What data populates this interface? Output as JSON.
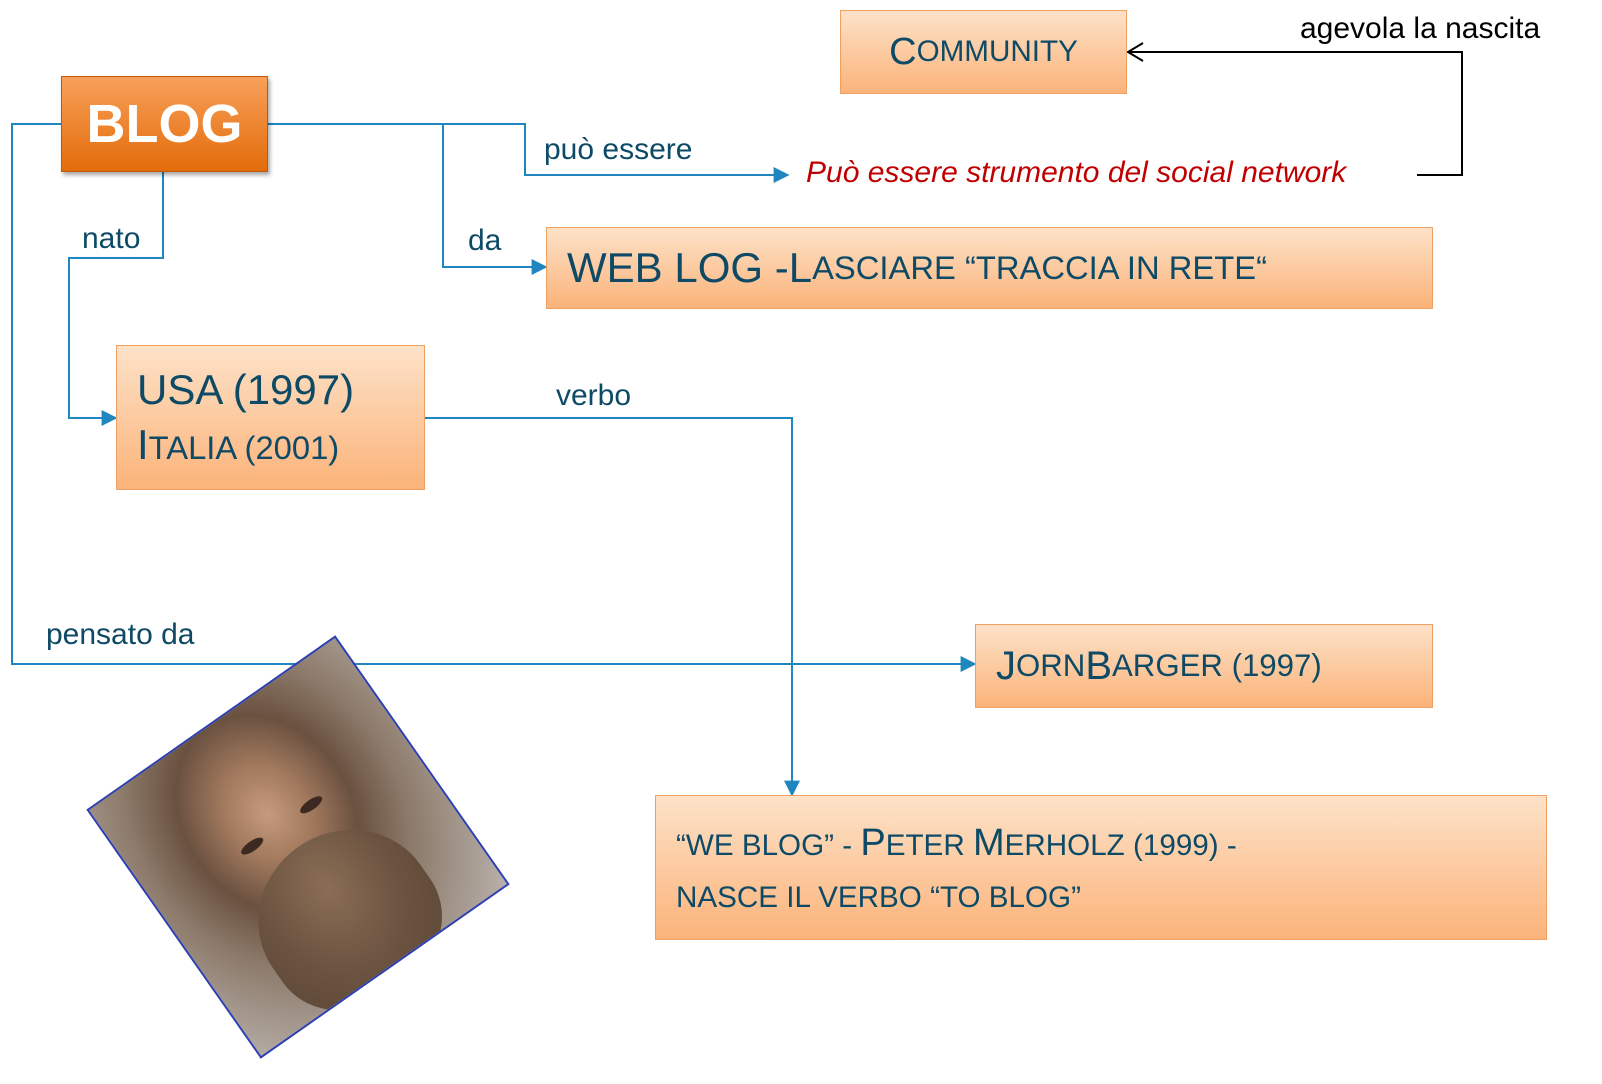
{
  "nodes": {
    "blog": "BLOG",
    "community_first": "C",
    "community_rest": "OMMUNITY",
    "weblog_main": "WEB LOG - ",
    "weblog_first": "L",
    "weblog_rest": "ASCIARE “TRACCIA IN RETE“",
    "usa_line": "USA (1997)",
    "italia_first": "I",
    "italia_rest": "TALIA (2001)",
    "barger_j": "J",
    "barger_orn": "ORN ",
    "barger_b": "B",
    "barger_arger": "ARGER (1997)",
    "weblogv_q1": "“WE BLOG” - ",
    "weblogv_p": "P",
    "weblogv_eter": "ETER ",
    "weblogv_m": "M",
    "weblogv_erholz": "ERHOLZ (1999) -",
    "weblogv_line2": "NASCE IL VERBO “TO BLOG”"
  },
  "labels": {
    "agevola": "agevola la nascita",
    "puo_essere": "può essere",
    "strumento": "Può essere strumento del social network",
    "nato": "nato",
    "da": "da",
    "verbo": "verbo",
    "pensato": "pensato da"
  },
  "colors": {
    "connector": "#1f86bf",
    "box_fill": "#fbb37a",
    "blog_fill": "#e36c0a",
    "text": "#0e4a66",
    "highlight": "#c00000"
  },
  "icons": {
    "photo": "portrait-photo"
  }
}
